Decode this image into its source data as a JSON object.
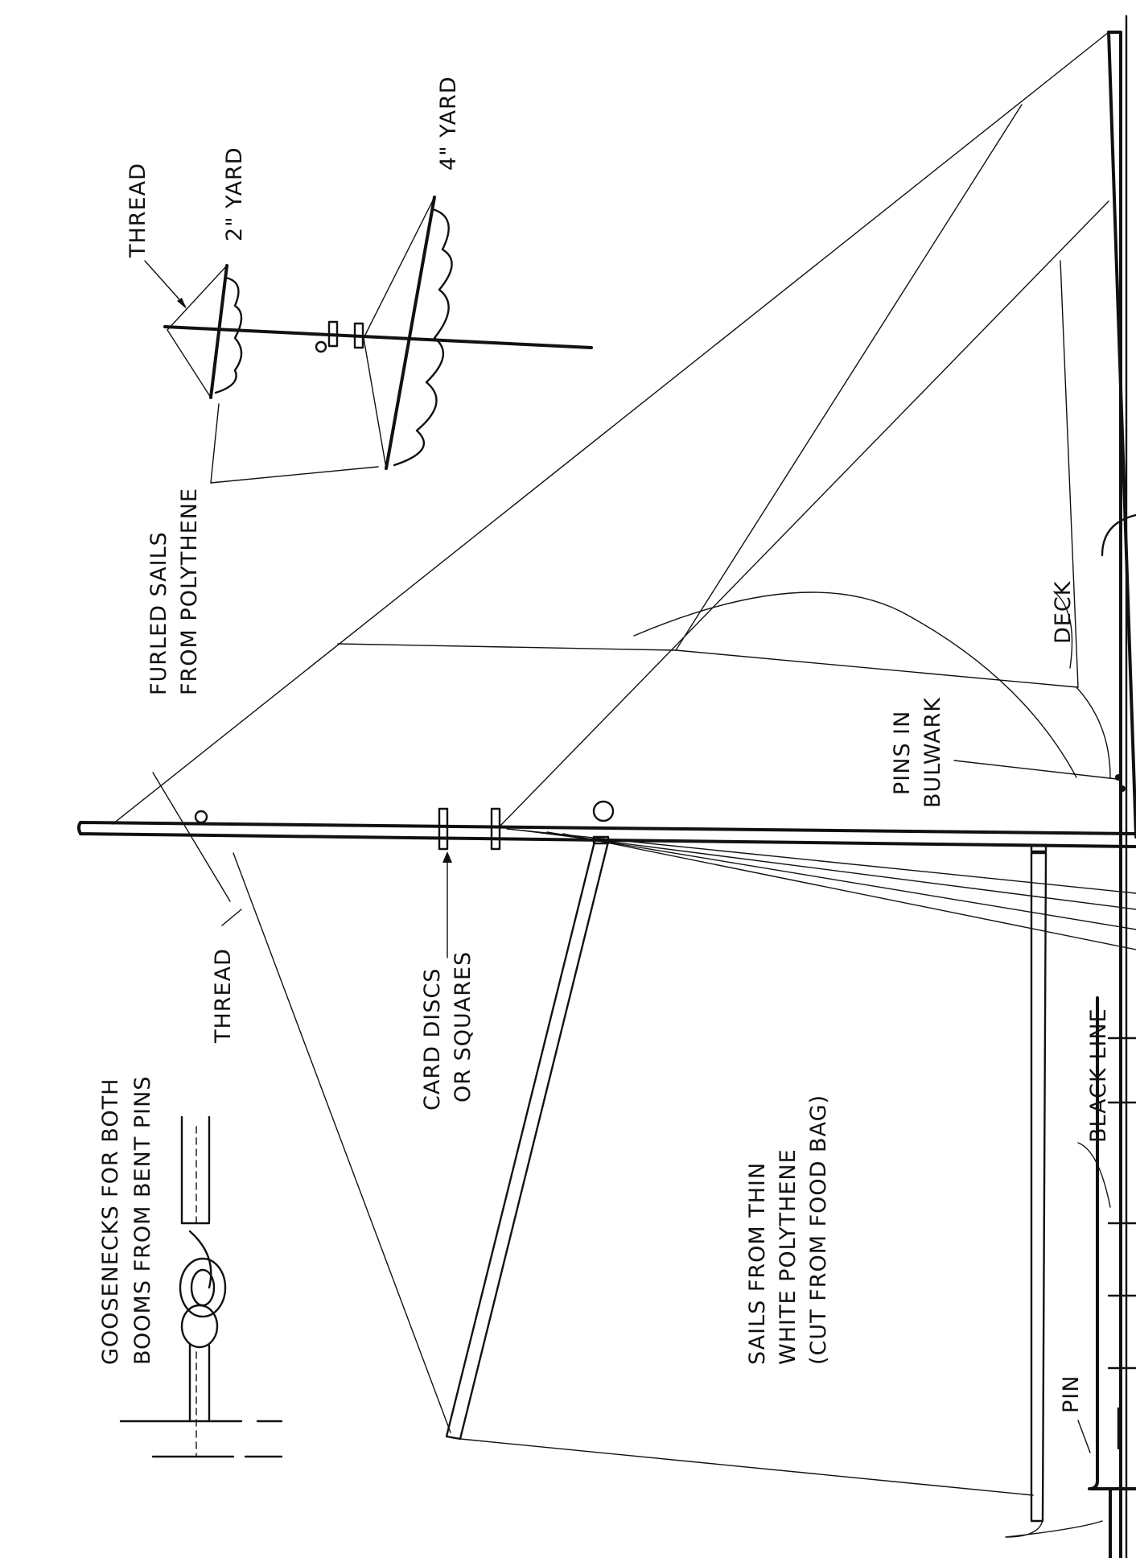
{
  "labels": {
    "thread_top": "THREAD",
    "yard_2in": "2\" YARD",
    "yard_4in": "4\" YARD",
    "furled_sails_1": "FURLED SAILS",
    "furled_sails_2": "FROM POLYTHENE",
    "deck": "DECK",
    "pins_in_1": "PINS IN",
    "pins_in_2": "BULWARK",
    "card_discs_1": "CARD DISCS",
    "card_discs_2": "OR SQUARES",
    "thread_mast": "THREAD",
    "sails_1": "SAILS FROM THIN",
    "sails_2": "WHITE POLYTHENE",
    "sails_3": "(CUT FROM FOOD BAG)",
    "black_line": "BLACK LINE",
    "pin": "PIN",
    "goosenecks_1": "GOOSENECKS FOR BOTH",
    "goosenecks_2": "BOOMS FROM BENT PINS"
  },
  "colors": {
    "ink": "#111111",
    "paper": "#ffffff"
  }
}
